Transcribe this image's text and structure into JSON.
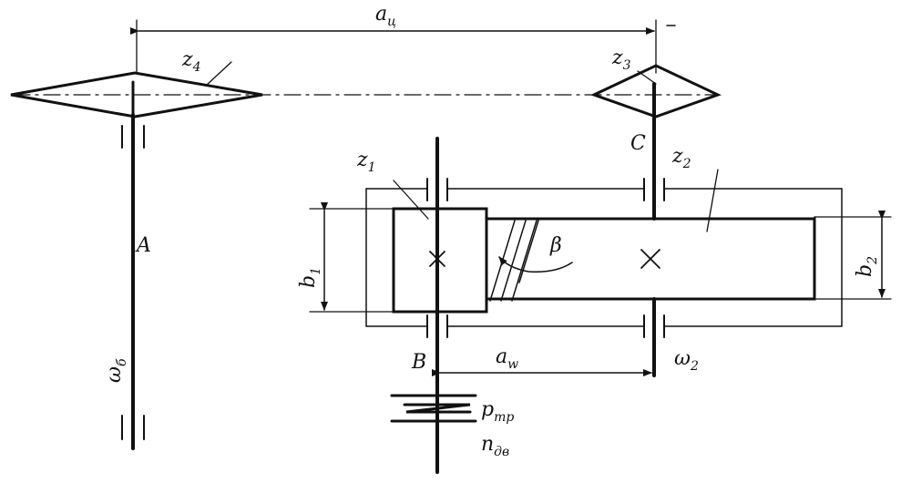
{
  "labels": {
    "a_c": "a",
    "a_c_sub": "ц",
    "z4": "z",
    "z4_sub": "4",
    "z3": "z",
    "z3_sub": "3",
    "z1": "z",
    "z1_sub": "1",
    "z2": "z",
    "z2_sub": "2",
    "A": "A",
    "B": "B",
    "C": "C",
    "beta": "β",
    "b1": "b",
    "b1_sub": "1",
    "b2": "b",
    "b2_sub": "2",
    "a_w": "a",
    "a_w_sub": "w",
    "omega_b": "ω",
    "omega_b_sub": "б",
    "omega_2": "ω",
    "omega_2_sub": "2",
    "p_tr": "p",
    "p_tr_sub": "тр",
    "n_dv": "n",
    "n_dv_sub": "дв"
  }
}
